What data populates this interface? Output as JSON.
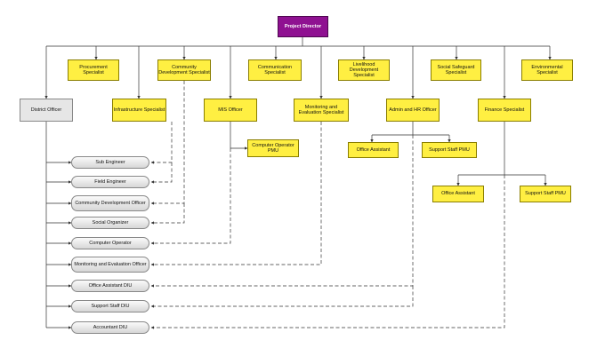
{
  "top": {
    "project_director": "Project Director"
  },
  "specialists": {
    "procurement": "Procurement Specialist",
    "community_development": "Community Development Specialist",
    "communication": "Communication Specialist",
    "livelihood_development": "Livelihood Development Specialist",
    "social_safeguard": "Social Safeguard Specialist",
    "environmental": "Environmental Specialist"
  },
  "officers": {
    "district_officer": "District Officer",
    "infrastructure": "Infrastructure Specialist",
    "mis_officer": "MIS Officer",
    "monitoring_evaluation": "Monitoring and Evaluation Specialist",
    "admin_hr": "Admin and HR Officer",
    "finance": "Finance Specialist"
  },
  "pmu_staff": {
    "computer_operator_pmu": "Computer Operator PMU",
    "office_assistant_admin": "Office Assistant",
    "support_staff_admin": "Support Staff PMU",
    "office_assistant_finance": "Office Assistant",
    "support_staff_finance": "Support Staff PMU"
  },
  "diu_staff": [
    "Sub Engineer",
    "Field Engineer",
    "Community Development Officer",
    "Social Organizer",
    "Computer Operator",
    "Monitoring and Evaluation Officer",
    "Office Assistant DIU",
    "Support Staff DIU",
    "Accountant DIU"
  ],
  "colors": {
    "specialist_fill": "#ffef42",
    "director_fill": "#8f1191",
    "district_fill": "#e6e6e6",
    "line": "#333333"
  }
}
